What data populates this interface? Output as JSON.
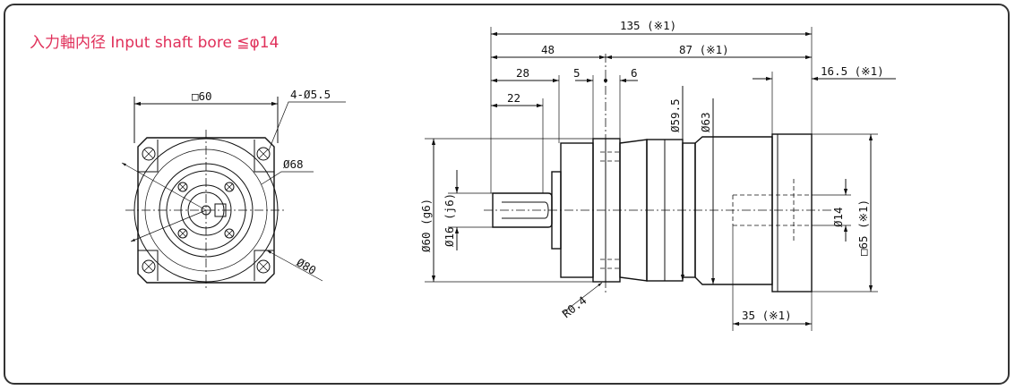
{
  "heading": "入力軸内径 Input shaft bore ≦φ14",
  "colors": {
    "heading": "#e0305a",
    "frame": "#333333",
    "line": "#111111"
  },
  "front_view": {
    "square": "□60",
    "holes": "4-Ø5.5",
    "pcd_inner": "Ø68",
    "pcd_outer": "Ø80"
  },
  "side_view": {
    "overall": "135 (※1)",
    "d48": "48",
    "d87": "87 (※1)",
    "d28": "28",
    "d5": "5",
    "d6": "6",
    "d22": "22",
    "d16_5": "16.5 (※1)",
    "d59_5": "Ø59.5",
    "d63": "Ø63",
    "d60": "Ø60 (g6)",
    "d16": "Ø16 (j6)",
    "d14": "Ø14",
    "d65": "□65 (※1)",
    "r04": "R0.4",
    "d35": "35 (※1)"
  }
}
